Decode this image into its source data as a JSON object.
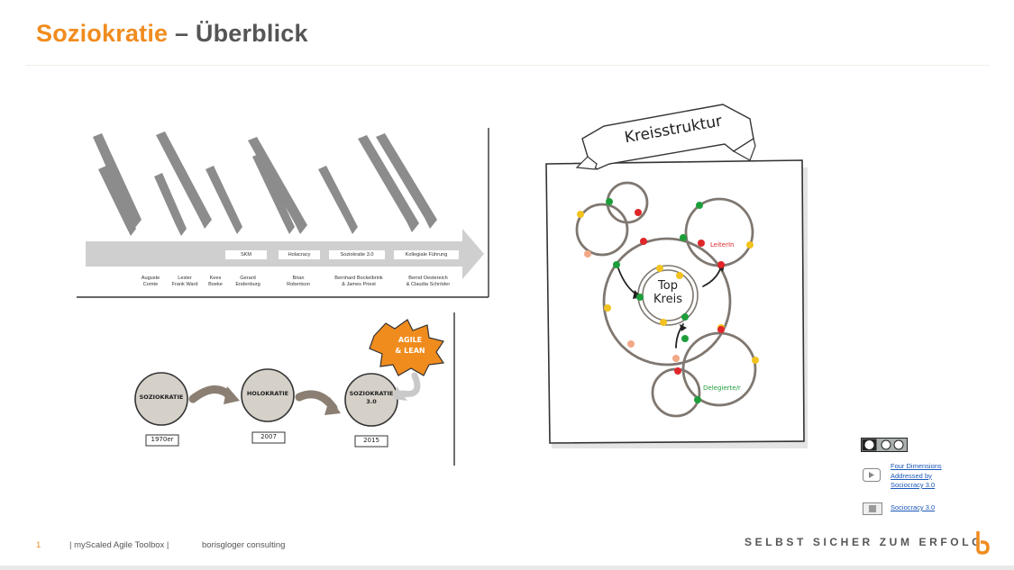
{
  "header": {
    "title_accent": "Soziokratie",
    "title_rest": " – Überblick"
  },
  "timeline": {
    "stages": [
      "SKM",
      "Holacracy",
      "Soziokratie 3.0",
      "Kollegiale Führung"
    ],
    "people": [
      [
        "Auguste",
        "Comte"
      ],
      [
        "Lester",
        "Frank Ward"
      ],
      [
        "Kees",
        "Boeke"
      ],
      [
        "Gerard",
        "Endenburg"
      ],
      [
        "Brian",
        "Robertson"
      ],
      [
        "Bernhard Bockelbrink",
        "& James Priest"
      ],
      [
        "Bernd Oestereich",
        "& Claudia Schröder"
      ]
    ]
  },
  "evolution": {
    "steps": [
      {
        "name": "SOZIOKRATIE",
        "year": "1970er"
      },
      {
        "name": "HOLOKRATIE",
        "year": "2007"
      },
      {
        "name": "SOZIOKRATIE\n3.0",
        "year": "2015"
      }
    ],
    "badge_line1": "AGILE",
    "badge_line2": "& LEAN"
  },
  "circle_structure": {
    "banner": "Kreisstruktur",
    "center_line1": "Top",
    "center_line2": "Kreis",
    "leader_label": "LeiterIn",
    "delegate_label": "Delegierte/r"
  },
  "links": {
    "item1": "Four Dimensions",
    "item2": "Addressed by",
    "item3": "Sociocracy 3.0",
    "item4": "Sociocracy 3.0"
  },
  "footer": {
    "page_number": "1",
    "toolbox": "| myScaled Agile Toolbox |",
    "company": "borisgloger consulting",
    "slogan": "SELBST SICHER ZUM ERFOLG"
  },
  "colors": {
    "accent": "#f08c1e",
    "green": "#1e9e3a",
    "red": "#e0262a",
    "yellow": "#f2c21f",
    "salmon": "#f2a884"
  }
}
